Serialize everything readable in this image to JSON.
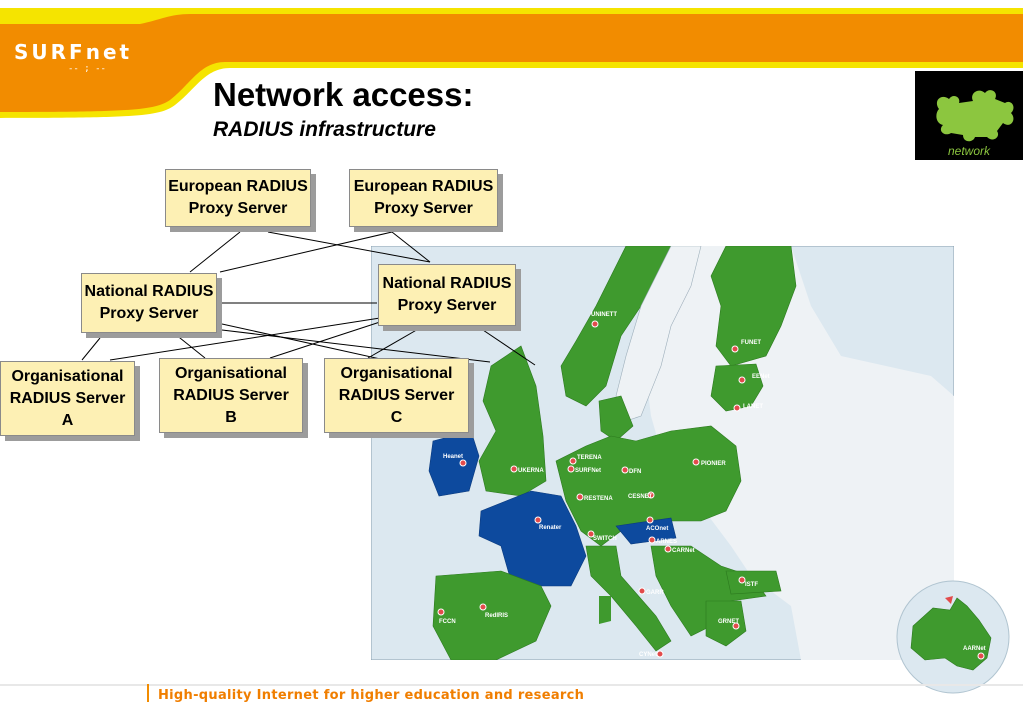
{
  "header": {
    "logo_text": "SURFnet",
    "logo_tagline": "-- ; --",
    "title": "Network access:",
    "subtitle": "RADIUS infrastructure"
  },
  "badge": {
    "label": "network",
    "icon": "puzzle-piece-icon"
  },
  "diagram": {
    "european_proxy_1": "European RADIUS\nProxy Server",
    "european_proxy_2": "European RADIUS\nProxy Server",
    "national_proxy_1": "National RADIUS\nProxy Server",
    "national_proxy_2": "National RADIUS\nProxy Server",
    "org_server_a": "Organisational\nRADIUS Server\nA",
    "org_server_b": "Organisational\nRADIUS Server\nB",
    "org_server_c": "Organisational\nRADIUS Server\nC"
  },
  "map": {
    "network_labels": [
      "UNINETT",
      "FUNET",
      "EENet",
      "LANET",
      "Heanet",
      "UKERNA",
      "TERENA",
      "SURFNet",
      "DFN",
      "PIONIER",
      "RESTENA",
      "CESNET",
      "Renater",
      "SWITCH",
      "ACOnet",
      "ARNES",
      "CARNet",
      "ISTF",
      "GARR",
      "GRNET",
      "FCCN",
      "RedIRIS",
      "CYNet",
      "AARNet"
    ]
  },
  "footer": {
    "text": "High-quality Internet for higher education and research"
  },
  "colors": {
    "orange": "#f28c00",
    "yellow": "#f5e400",
    "member_green": "#3f9a2e",
    "highlight_blue": "#0d4a9e",
    "box_fill": "#fdf0b4",
    "sea": "#dce8f0"
  }
}
